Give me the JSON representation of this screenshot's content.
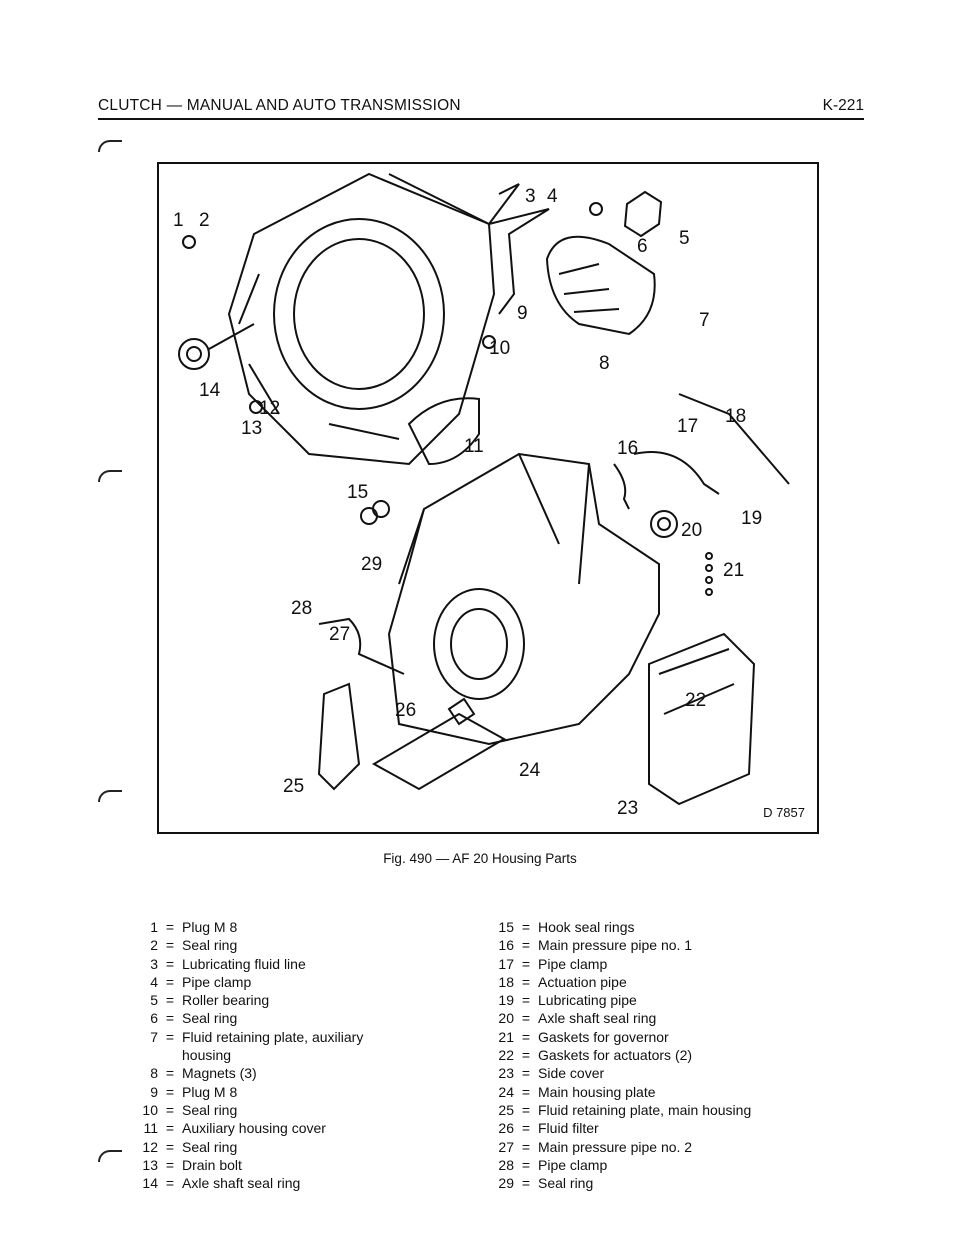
{
  "header": {
    "section_title": "CLUTCH — MANUAL AND AUTO TRANSMISSION",
    "page_number": "K-221"
  },
  "figure": {
    "drawing_code": "D 7857",
    "caption": "Fig. 490 — AF 20 Housing Parts",
    "callouts": [
      "1",
      "2",
      "3",
      "4",
      "5",
      "6",
      "7",
      "8",
      "9",
      "10",
      "11",
      "12",
      "13",
      "14",
      "15",
      "16",
      "17",
      "18",
      "19",
      "20",
      "21",
      "22",
      "23",
      "24",
      "25",
      "26",
      "27",
      "28",
      "29"
    ]
  },
  "legend_left": [
    {
      "num": "1",
      "text": "Plug M 8"
    },
    {
      "num": "2",
      "text": "Seal ring"
    },
    {
      "num": "3",
      "text": "Lubricating fluid line"
    },
    {
      "num": "4",
      "text": "Pipe clamp"
    },
    {
      "num": "5",
      "text": "Roller bearing"
    },
    {
      "num": "6",
      "text": "Seal ring"
    },
    {
      "num": "7",
      "text": "Fluid retaining plate, auxiliary",
      "continuation": "housing"
    },
    {
      "num": "8",
      "text": "Magnets (3)"
    },
    {
      "num": "9",
      "text": "Plug M 8"
    },
    {
      "num": "10",
      "text": "Seal ring"
    },
    {
      "num": "11",
      "text": "Auxiliary housing cover"
    },
    {
      "num": "12",
      "text": "Seal ring"
    },
    {
      "num": "13",
      "text": "Drain bolt"
    },
    {
      "num": "14",
      "text": "Axle shaft seal ring"
    }
  ],
  "legend_right": [
    {
      "num": "15",
      "text": "Hook seal rings"
    },
    {
      "num": "16",
      "text": "Main pressure pipe no. 1"
    },
    {
      "num": "17",
      "text": "Pipe clamp"
    },
    {
      "num": "18",
      "text": "Actuation pipe"
    },
    {
      "num": "19",
      "text": "Lubricating pipe"
    },
    {
      "num": "20",
      "text": "Axle shaft seal ring"
    },
    {
      "num": "21",
      "text": "Gaskets for governor"
    },
    {
      "num": "22",
      "text": "Gaskets for actuators (2)"
    },
    {
      "num": "23",
      "text": "Side cover"
    },
    {
      "num": "24",
      "text": "Main housing plate"
    },
    {
      "num": "25",
      "text": "Fluid retaining plate, main housing"
    },
    {
      "num": "26",
      "text": "Fluid filter"
    },
    {
      "num": "27",
      "text": "Main pressure pipe no. 2"
    },
    {
      "num": "28",
      "text": "Pipe clamp"
    },
    {
      "num": "29",
      "text": "Seal ring"
    }
  ],
  "equals_sign": "="
}
